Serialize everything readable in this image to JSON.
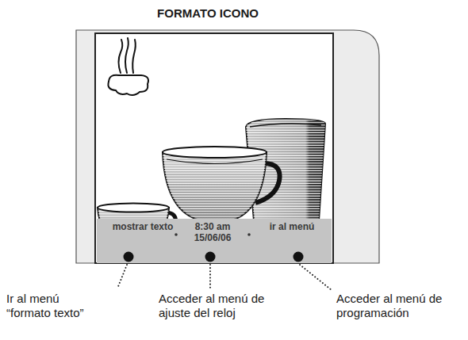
{
  "diagram": {
    "title": "FORMATO ICONO",
    "nodes": [
      {
        "text": [
          "mostrar texto",
          "8:30 am 15/06/06",
          "ir al menú"
        ]
      }
    ],
    "labels": [
      "Ir al menú “formato texto”",
      "Acceder al menú de ajuste del reloj",
      "Acceder al menú de programación"
    ]
  }
}
